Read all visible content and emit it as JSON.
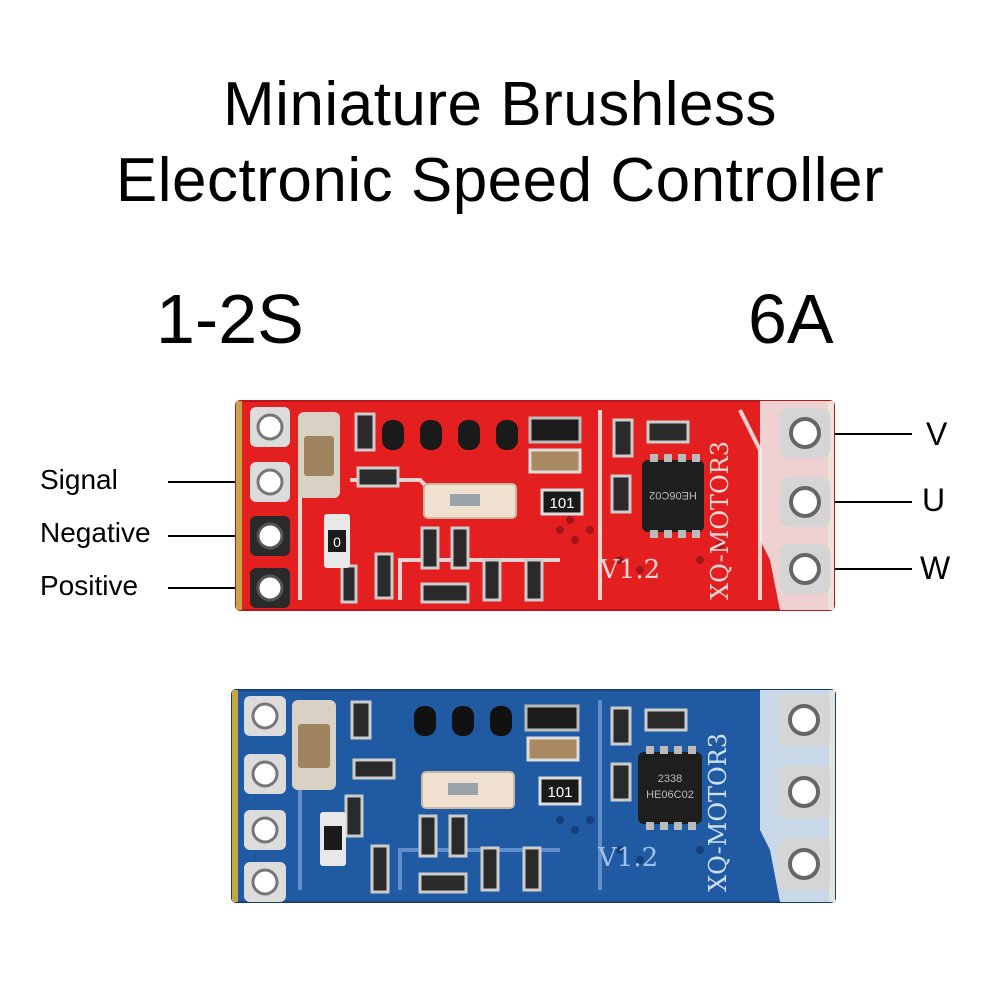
{
  "title": {
    "line1": "Miniature Brushless",
    "line2": "Electronic Speed Controller"
  },
  "specs": {
    "voltage": "1-2S",
    "current": "6A"
  },
  "input_pins": {
    "signal": "Signal",
    "negative": "Negative",
    "positive": "Positive"
  },
  "motor_phases": {
    "v": "V",
    "u": "U",
    "w": "W"
  },
  "board_marks": {
    "version": "V1.2",
    "resistor_code": "101",
    "chip_code": "HE06C02",
    "chip_date": "2338",
    "edge_text": "XQ-MOTOR3",
    "small_resistor": "0"
  },
  "colors": {
    "red_board": "#e3201f",
    "blue_board": "#1f5aa3"
  }
}
